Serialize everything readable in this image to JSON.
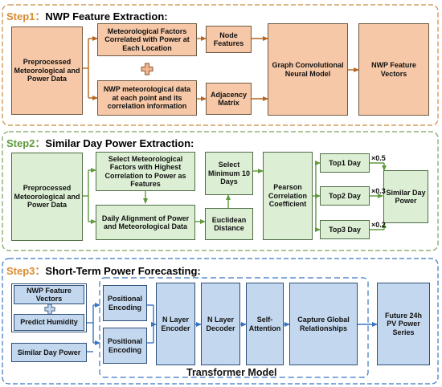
{
  "colors": {
    "step_number": "#d98b2f",
    "step1_border": "#c88b3c",
    "step2_border": "#7aa15c",
    "step3_border": "#3a75c4",
    "orange_fill": "#f6c8a7",
    "green_fill": "#dcefd4",
    "blue_fill": "#c3d7ee",
    "arrow_step1": "#b5651d",
    "arrow_step2": "#5f9a3c",
    "arrow_step3": "#3a75c4"
  },
  "step1": {
    "num": "Step1：",
    "title": "NWP Feature Extraction:",
    "preprocessed": "Preprocessed Meteorological and Power Data",
    "met_factors": "Meteorological Factors Correlated with Power at Each Location",
    "nwp_data": "NWP meteorological data at each point and its correlation information",
    "node_features": "Node Features",
    "adjacency": "Adjacency Matrix",
    "gcn": "Graph Convolutional Neural Model",
    "nwp_vectors": "NWP Feature Vectors"
  },
  "step2": {
    "num": "Step2：",
    "title": "Similar Day Power Extraction:",
    "preprocessed": "Preprocessed Meteorological and Power Data",
    "select_factors": "Select Meteorological Factors with Highest Correlation to Power as Features",
    "daily_align": "Daily Alignment of Power and Meteorological Data",
    "select_min": "Select Minimum 10 Days",
    "euclidean": "Euclidean Distance",
    "pearson": "Pearson Correlation Coefficient",
    "top1": "Top1 Day",
    "top2": "Top2 Day",
    "top3": "Top3 Day",
    "w1": "×0.5",
    "w2": "×0.3",
    "w3": "×0.2",
    "similar": "Similar Day Power"
  },
  "step3": {
    "num": "Step3：",
    "title": "Short-Term Power Forecasting:",
    "nwp_vectors": "NWP Feature Vectors",
    "humidity": "Predict Humidity",
    "similar_power": "Similar Day Power",
    "pos_enc_1": "Positional Encoding",
    "pos_enc_2": "Positional Encoding",
    "encoder": "N Layer Encoder",
    "decoder": "N Layer Decoder",
    "attention": "Self-Attention",
    "capture": "Capture Global Relationships",
    "future": "Future 24h PV Power Series",
    "transformer": "Transformer Model"
  }
}
